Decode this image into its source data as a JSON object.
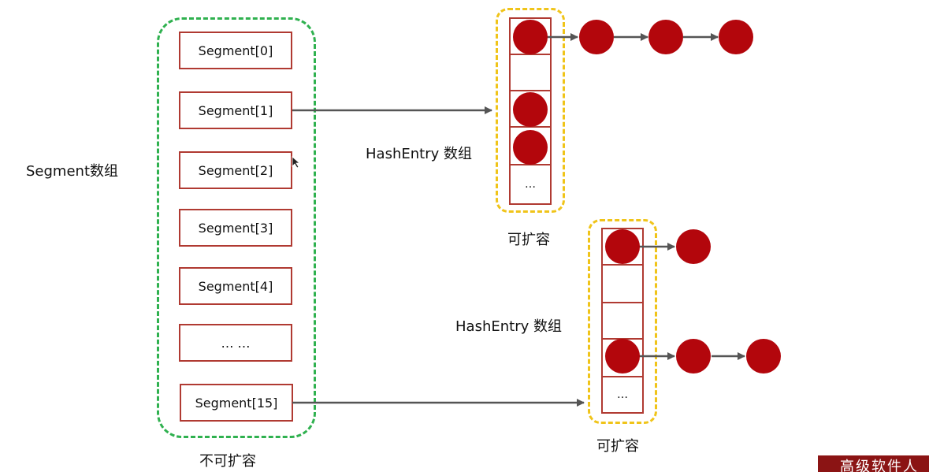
{
  "segment_array": {
    "label": "Segment数组",
    "caption": "不可扩容",
    "segments": [
      "Segment[0]",
      "Segment[1]",
      "Segment[2]",
      "Segment[3]",
      "Segment[4]",
      "… …",
      "Segment[15]"
    ]
  },
  "hash_entry_top": {
    "label": "HashEntry 数组",
    "caption": "可扩容",
    "ellipsis": "…"
  },
  "hash_entry_bottom": {
    "label": "HashEntry 数组",
    "caption": "可扩容",
    "ellipsis": "…"
  },
  "brand_text": "高级软件人",
  "colors": {
    "segment_border": "#b03a32",
    "node_fill": "#b3060c",
    "dashed_green": "#2fb14f",
    "dashed_yellow": "#f0c419",
    "arrow": "#555555"
  }
}
